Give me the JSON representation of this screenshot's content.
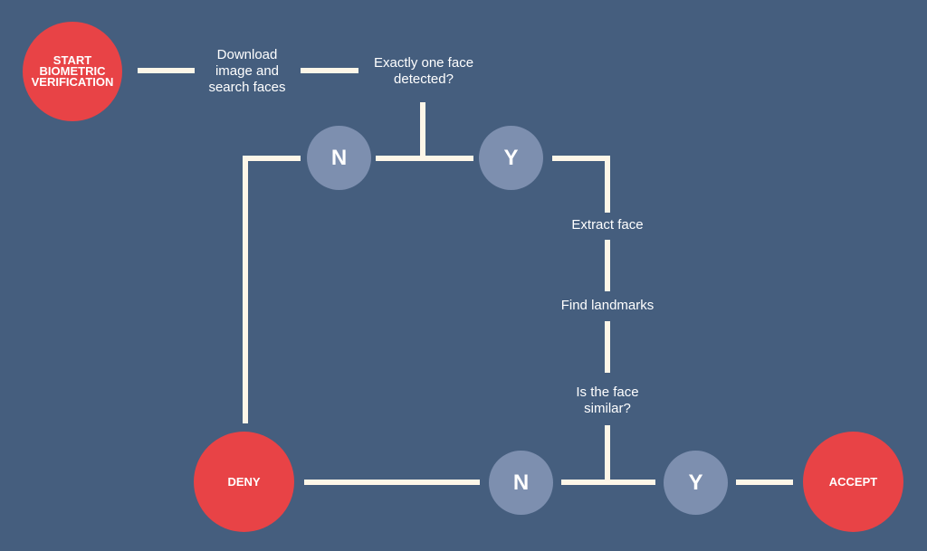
{
  "colors": {
    "background": "#455e7e",
    "terminal": "#e84346",
    "decision": "#7d8faf",
    "connector": "#fdf6e8",
    "text": "#ffffff"
  },
  "nodes": {
    "start": "START\nBIOMETRIC\nVERIFICATION",
    "deny": "DENY",
    "accept": "ACCEPT",
    "face_count_no": "N",
    "face_count_yes": "Y",
    "similarity_no": "N",
    "similarity_yes": "Y"
  },
  "steps": {
    "download": "Download\nimage and\nsearch faces",
    "one_face_question": "Exactly one face\ndetected?",
    "extract_face": "Extract face",
    "find_landmarks": "Find landmarks",
    "similar_question": "Is the face\nsimilar?"
  }
}
